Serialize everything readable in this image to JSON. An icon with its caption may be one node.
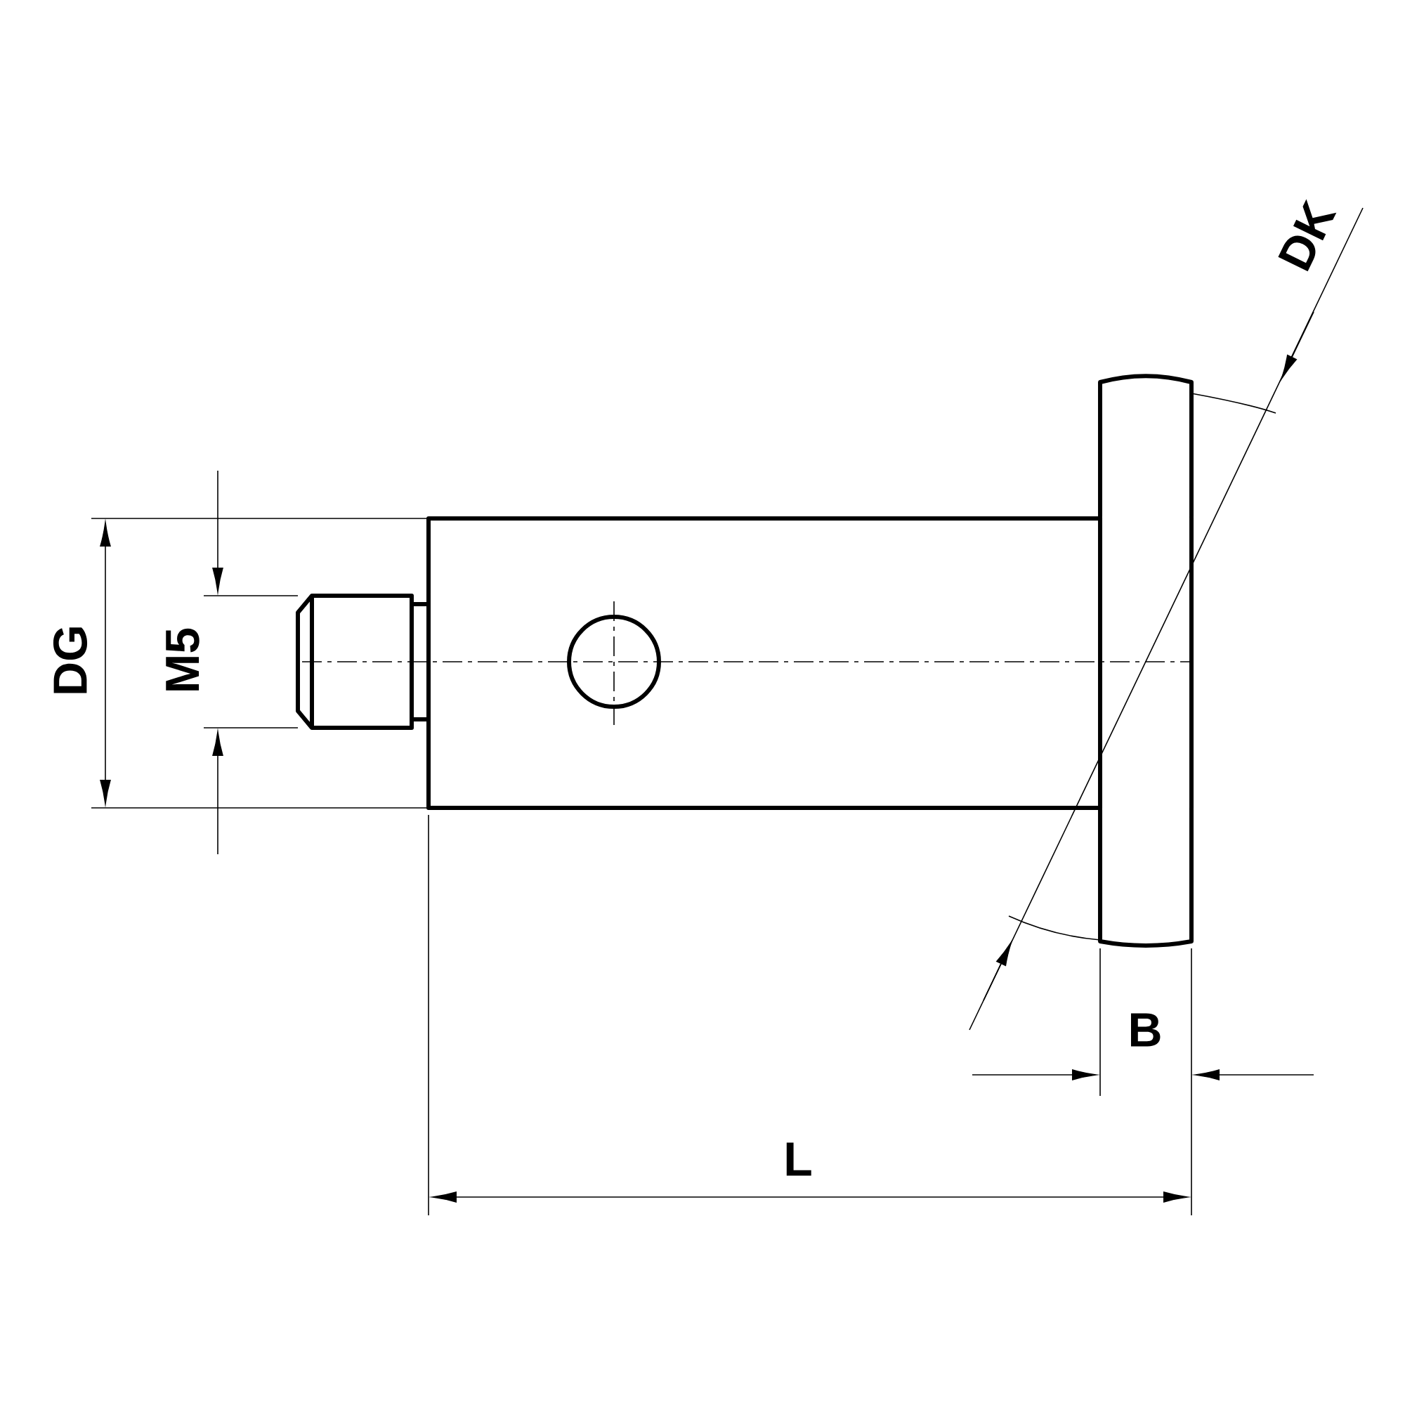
{
  "diagram": {
    "labels": [
      "DK",
      "DG",
      "M5",
      "B",
      "L"
    ]
  }
}
